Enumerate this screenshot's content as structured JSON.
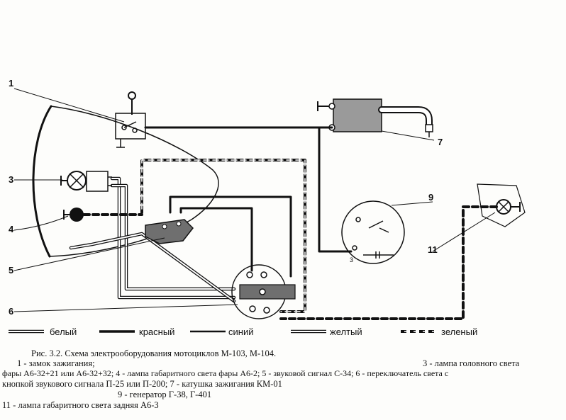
{
  "components": {
    "c1": "1",
    "c3": "3",
    "c4": "4",
    "c5": "5",
    "c6": "6",
    "c7": "7",
    "c9": "9",
    "c11": "11",
    "gen_terminal": "3"
  },
  "legend": [
    {
      "label": "белый",
      "style": "white"
    },
    {
      "label": "красный",
      "style": "red"
    },
    {
      "label": "синий",
      "style": "blue"
    },
    {
      "label": "желтый",
      "style": "yellow"
    },
    {
      "label": "зеленый",
      "style": "green"
    }
  ],
  "caption": {
    "line1": "Рис. 3.2. Схема электрооборудования мотоциклов М-103, М-104.",
    "line2a": "1 - замок зажигания;",
    "line2b": "3 - лампа головного света",
    "line3": "фары А6-32+21 или А6-32+32; 4 - лампа габаритного света фары А6-2; 5 - звуковой сигнал С-34; 6 - переключатель света с",
    "line4": "кнопкой звукового сигнала П-25 или П-200; 7 - катушка зажигания КМ-01",
    "line5": "9 - генератор Г-38, Г-401",
    "line6": "11 - лампа габаритного света задняя А6-3"
  },
  "colors": {
    "ink": "#111111",
    "wire_white_fill": "#ffffff",
    "coil_fill": "#9a9a9a",
    "horn_fill": "#6f6f6f"
  }
}
